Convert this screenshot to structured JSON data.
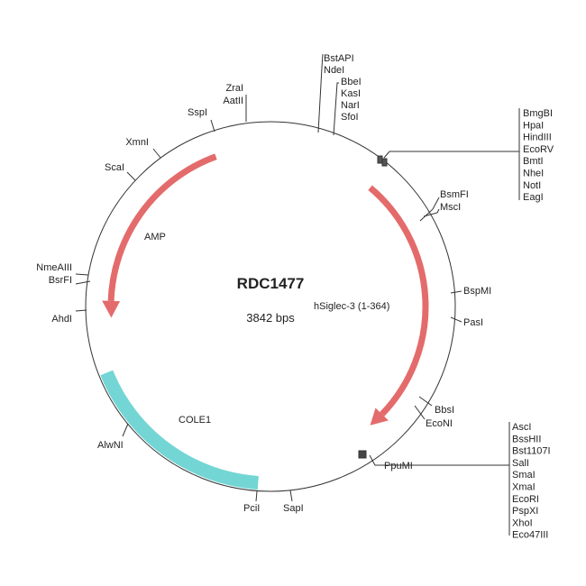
{
  "plasmid": {
    "name": "RDC1477",
    "size": "3842 bps"
  },
  "features": {
    "amp": "AMP",
    "insert": "hSiglec-3 (1-364)",
    "ori": "COLE1"
  },
  "colors": {
    "arrow": "#e46b6b",
    "ori": "#73d6d4",
    "line": "#333333"
  },
  "sites": {
    "top": [
      "BstAPI",
      "NdeI",
      "BbeI",
      "KasI",
      "NarI",
      "SfoI"
    ],
    "mcs1": [
      "BmgBI",
      "HpaI",
      "HindIII",
      "EcoRV",
      "BmtI",
      "NheI",
      "NotI",
      "EagI"
    ],
    "right": [
      "BsmFI",
      "MscI",
      "BspMI",
      "PasI",
      "BbsI",
      "EcoNI",
      "PpuMI"
    ],
    "mcs2": [
      "AscI",
      "BssHII",
      "Bst1107I",
      "SalI",
      "SmaI",
      "XmaI",
      "EcoRI",
      "PspXI",
      "XhoI",
      "Eco47III"
    ],
    "bottom": [
      "SapI",
      "PciI",
      "AlwNI"
    ],
    "left": [
      "AhdI",
      "NmeAIII",
      "BsrFI",
      "ScaI",
      "XmnI",
      "SspI",
      "ZraI",
      "AatII"
    ]
  }
}
